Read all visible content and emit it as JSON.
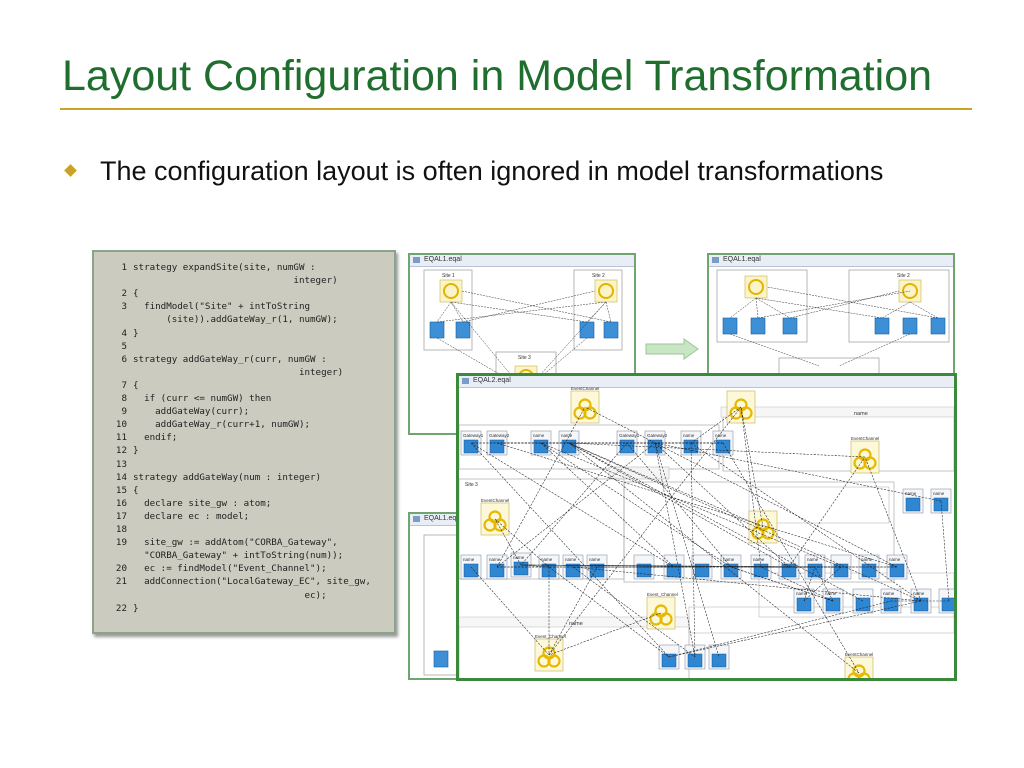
{
  "slide": {
    "title": "Layout Configuration in Model Transformation",
    "bullet": "The configuration layout is often ignored in model transformations"
  },
  "colors": {
    "title": "#1f6e2e",
    "rule": "#c9a227",
    "panel_border": "#6fa56f",
    "code_bg": "#cbcbbf"
  },
  "code": {
    "lines": [
      {
        "n": "1",
        "text": "strategy expandSite(site, numGW :"
      },
      {
        "n": "",
        "text": "                             integer)"
      },
      {
        "n": "2",
        "text": "{"
      },
      {
        "n": "3",
        "text": "  findModel(\"Site\" + intToString"
      },
      {
        "n": "",
        "text": "      (site)).addGateWay_r(1, numGW);"
      },
      {
        "n": "4",
        "text": "}"
      },
      {
        "n": "5",
        "text": ""
      },
      {
        "n": "6",
        "text": "strategy addGateWay_r(curr, numGW :"
      },
      {
        "n": "",
        "text": "                              integer)"
      },
      {
        "n": "7",
        "text": "{"
      },
      {
        "n": "8",
        "text": "  if (curr <= numGW) then"
      },
      {
        "n": "9",
        "text": "    addGateWay(curr);"
      },
      {
        "n": "10",
        "text": "    addGateWay_r(curr+1, numGW);"
      },
      {
        "n": "11",
        "text": "  endif;"
      },
      {
        "n": "12",
        "text": "}"
      },
      {
        "n": "13",
        "text": ""
      },
      {
        "n": "14",
        "text": "strategy addGateWay(num : integer)"
      },
      {
        "n": "15",
        "text": "{"
      },
      {
        "n": "16",
        "text": "  declare site_gw : atom;"
      },
      {
        "n": "17",
        "text": "  declare ec : model;"
      },
      {
        "n": "18",
        "text": ""
      },
      {
        "n": "19",
        "text": "  site_gw := addAtom(\"CORBA_Gateway\","
      },
      {
        "n": "",
        "text": "  \"CORBA_Gateway\" + intToString(num));"
      },
      {
        "n": "20",
        "text": "  ec := findModel(\"Event_Channel\");"
      },
      {
        "n": "21",
        "text": "  addConnection(\"LocalGateway_EC\", site_gw,"
      },
      {
        "n": "",
        "text": "                               ec);"
      },
      {
        "n": "22",
        "text": "}"
      }
    ]
  },
  "diagrams": {
    "small_tab": "EQAL1.eqal",
    "large_tab": "EQAL2.eqal",
    "site_label": "Site 1",
    "site_label_2": "Site 2",
    "site_label_3": "Site 3",
    "node_name": "name",
    "gateway1": "Gateway1",
    "gateway2": "Gateway2",
    "event_channel": "EventChannel",
    "event_channel_short": "Event_Channel"
  }
}
